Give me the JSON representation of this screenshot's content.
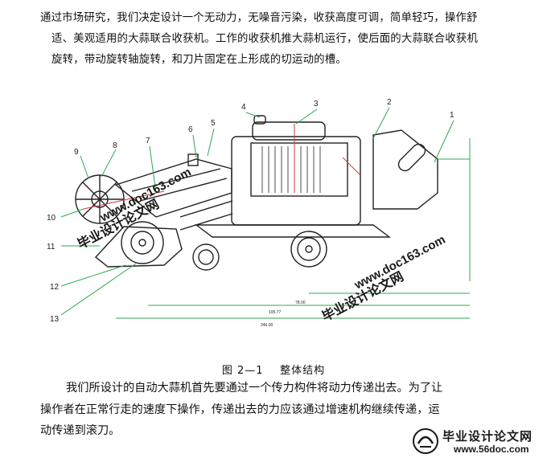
{
  "intro": {
    "line1": "通过市场研究，我们决定设计一个无动力，无噪音污染，收获高度可调，简单轻巧，操作舒",
    "line2": "适、美观适用的大蒜联合收获机。工作的收获机推大蒜机运行，使后面的大蒜联合收获机",
    "line3": "旋转，带动旋转轴旋转，和刀片固定在上形成的切运动的槽。"
  },
  "figure": {
    "part_numbers": [
      "1",
      "2",
      "3",
      "4",
      "5",
      "6",
      "7",
      "8",
      "9",
      "10",
      "11",
      "12",
      "13"
    ],
    "dim_labels": [
      "78.00",
      "105.77",
      "246.00"
    ],
    "watermark_url": "www.doc163.com",
    "watermark_name": "毕业设计论文网"
  },
  "caption": {
    "label": "图  2—1",
    "title": "整体结构"
  },
  "body": {
    "line1": "我们所设计的自动大蒜机首先要通过一个传力构件将动力传递出去。为了让",
    "line2": "操作者在正常行走的速度下操作，传递出去的力应该通过增速机构继续传递，运",
    "line3": "动传递到滚刀。"
  },
  "logo": {
    "name": "毕业设计论文网",
    "url": "www.56doc.com"
  },
  "colors": {
    "drawing": "#222222",
    "leader": "#2fa84f",
    "accent": "#d23a3a",
    "watermark": "#1a1a1a"
  }
}
